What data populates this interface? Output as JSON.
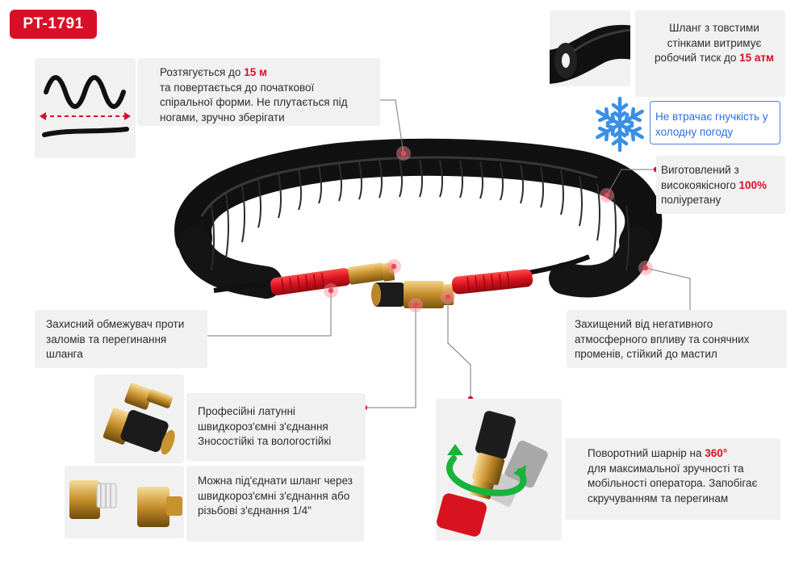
{
  "badge": {
    "code": "PT-1791"
  },
  "features": {
    "stretch": {
      "pre": "Розтягується до ",
      "hl": "15 м",
      "post": "та повертається до початкової спіральної форми. Не плутається під ногами, зручно зберігати"
    },
    "pressure": {
      "pre": "Шланг з товстими стінками витримує робочий тиск до ",
      "hl": "15 атм"
    },
    "cold": {
      "text": "Не втрачає гнучкість у холодну погоду"
    },
    "material": {
      "pre": "Виготовлений з високоякісного ",
      "hl": "100%",
      "post": " поліуретану"
    },
    "limiter": {
      "text": "Захисний обмежувач проти заломів та перегинання шланга"
    },
    "protected": {
      "text": "Захищений від негативного атмосферного впливу та сонячних променів, стійкий до мастил"
    },
    "brass": {
      "text": "Професійні латунні швидкороз'ємні з'єднання Зносостійкі та вологостійкі"
    },
    "connect": {
      "text": "Можна під'єднати шланг через швидкороз'ємні з'єднання або різьбові з'єднання 1/4\""
    },
    "swivel": {
      "pre": "Поворотний шарнір на ",
      "hl": "360°",
      "post": "для максимальної зручності та мобільності оператора. Запобігає скручуванням та перегинам"
    }
  },
  "icons": {
    "stretch": "coil-stretch-icon",
    "cold": "snowflake-icon",
    "swivel": "rotation-arrow-icon"
  },
  "colors": {
    "accent": "#d80f26",
    "blue": "#2b6fe6",
    "box": "#f1f1f1"
  }
}
